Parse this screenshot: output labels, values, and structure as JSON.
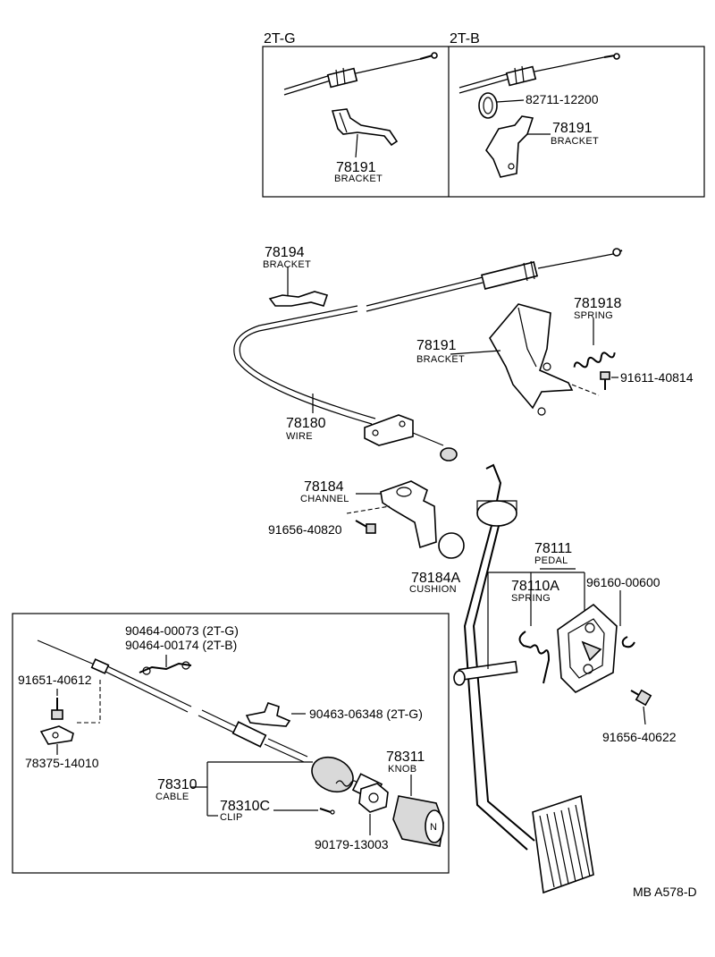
{
  "insets": {
    "g": {
      "label": "2T-G",
      "bracket_no": "78191",
      "bracket_name": "BRACKET"
    },
    "b": {
      "label": "2T-B",
      "clip_no": "82711-12200",
      "bracket_no": "78191",
      "bracket_name": "BRACKET"
    }
  },
  "parts": {
    "p78194": {
      "no": "78194",
      "name": "BRACKET"
    },
    "p781918": {
      "no": "781918",
      "name": "SPRING"
    },
    "p78191": {
      "no": "78191",
      "name": "BRACKET"
    },
    "p91611": {
      "no": "91611-40814"
    },
    "p78180": {
      "no": "78180",
      "name": "WIRE"
    },
    "p78184": {
      "no": "78184",
      "name": "CHANNEL"
    },
    "p91656a": {
      "no": "91656-40820"
    },
    "p78184a": {
      "no": "78184A",
      "name": "CUSHION"
    },
    "p78111": {
      "no": "78111",
      "name": "PEDAL"
    },
    "p78110a": {
      "no": "78110A",
      "name": "SPRING"
    },
    "p96160": {
      "no": "96160-00600"
    },
    "p91656b": {
      "no": "91656-40622"
    }
  },
  "box": {
    "p90464a": {
      "no": "90464-00073 (2T-G)"
    },
    "p90464b": {
      "no": "90464-00174 (2T-B)"
    },
    "p91651": {
      "no": "91651-40612"
    },
    "p90463": {
      "no": "90463-06348 (2T-G)"
    },
    "p78375": {
      "no": "78375-14010"
    },
    "p78311": {
      "no": "78311",
      "name": "KNOB"
    },
    "p78310": {
      "no": "78310",
      "name": "CABLE"
    },
    "p78310c": {
      "no": "78310C",
      "name": "CLIP"
    },
    "p90179": {
      "no": "90179-13003"
    },
    "knob_letter": "N"
  },
  "figure_code": "MB A578-D"
}
